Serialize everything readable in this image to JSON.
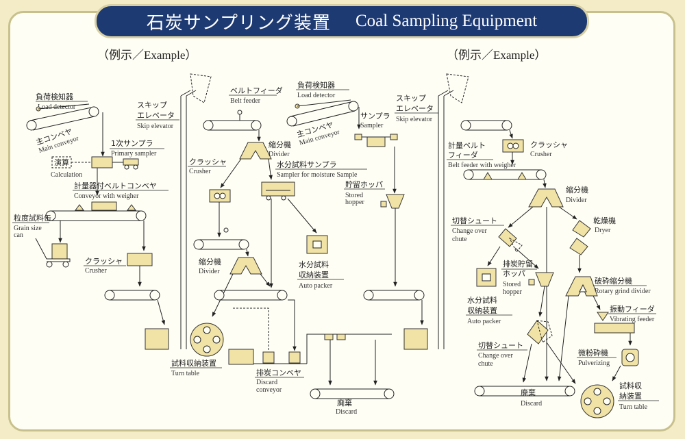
{
  "title": {
    "jp": "石炭サンプリング装置",
    "en": "Coal Sampling Equipment"
  },
  "example_left": "（例示／Example）",
  "example_right": "（例示／Example）",
  "left_labels": {
    "load_detector": {
      "jp": "負荷検知器",
      "en": "Load detector"
    },
    "main_conveyor": {
      "jp": "主コンベヤ",
      "en": "Main conveyor"
    },
    "primary_sampler": {
      "jp": "1次サンプラ",
      "en": "Primary sampler"
    },
    "calculation": {
      "jp": "演算",
      "en": "Calculation"
    },
    "conveyor_weigher": {
      "jp": "計量器付ベルトコンベヤ",
      "en": "Conveyor with weigher"
    },
    "grain_can": {
      "jp": "粒度試料缶",
      "en1": "Grain size",
      "en2": "can"
    },
    "crusher1": {
      "jp": "クラッシャ",
      "en": "Crusher"
    },
    "skip1": {
      "jp1": "スキップ",
      "jp2": "エレベータ",
      "en": "Skip elevator"
    },
    "belt_feeder": {
      "jp": "ベルトフィーダ",
      "en": "Belt feeder"
    },
    "divider1": {
      "jp": "縮分機",
      "en": "Divider"
    },
    "crusher2": {
      "jp": "クラッシャ",
      "en": "Crusher"
    },
    "moisture_sampler": {
      "jp": "水分試料サンプラ",
      "en": "Sampler for moisture Sample"
    },
    "divider2": {
      "jp": "縮分機",
      "en": "Divider"
    },
    "auto_packer1": {
      "jp1": "水分試料",
      "jp2": "収納装置",
      "en": "Auto packer"
    },
    "turn_table1": {
      "jp": "試料収納装置",
      "en": "Turn table"
    },
    "discard_conveyor": {
      "jp": "排炭コンベヤ",
      "en1": "Discard",
      "en2": "conveyor"
    },
    "discard1": {
      "jp": "廃棄",
      "en": "Discard"
    }
  },
  "right_labels": {
    "load_detector": {
      "jp": "負荷検知器",
      "en": "Load detector"
    },
    "main_conveyor": {
      "jp": "主コンベヤ",
      "en": "Main conveyor"
    },
    "sampler": {
      "jp": "サンプラ",
      "en": "Sampler"
    },
    "skip2": {
      "jp1": "スキップ",
      "jp2": "エレベータ",
      "en": "Skip elevator"
    },
    "stored_hopper1": {
      "jp": "貯留ホッパ",
      "en1": "Stored",
      "en2": "hopper"
    },
    "belt_weigher": {
      "jp1": "計量ベルト",
      "jp2": "フィーダ",
      "en": "Belt feeder with weigher"
    },
    "crusher3": {
      "jp": "クラッシャ",
      "en": "Crusher"
    },
    "divider3": {
      "jp": "縮分機",
      "en": "Divider"
    },
    "change_chute1": {
      "jp": "切替シュート",
      "en1": "Change over",
      "en2": "chute"
    },
    "dryer": {
      "jp": "乾燥機",
      "en": "Dryer"
    },
    "stored_hopper2": {
      "jp1": "排炭貯留",
      "jp2": "ホッパ",
      "en1": "Stored",
      "en2": "hopper"
    },
    "auto_packer2": {
      "jp1": "水分試料",
      "jp2": "収納装置",
      "en": "Auto packer"
    },
    "rotary_divider": {
      "jp": "破砕縮分機",
      "en": "Rotary grind divider"
    },
    "vibrating_feeder": {
      "jp": "振動フィーダ",
      "en": "Vibrating feeder"
    },
    "change_chute2": {
      "jp": "切替シュート",
      "en1": "Change over",
      "en2": "chute"
    },
    "pulverizing": {
      "jp": "微粉砕機",
      "en": "Pulverizing"
    },
    "discard2": {
      "jp": "廃棄",
      "en": "Discard"
    },
    "turn_table2": {
      "jp1": "試料収",
      "jp2": "納装置",
      "en": "Turn table"
    }
  },
  "colors": {
    "banner": "#1e3a73",
    "equipment_fill": "#f0e3a5",
    "background": "#f3ecc7",
    "panel": "#fffef5"
  }
}
